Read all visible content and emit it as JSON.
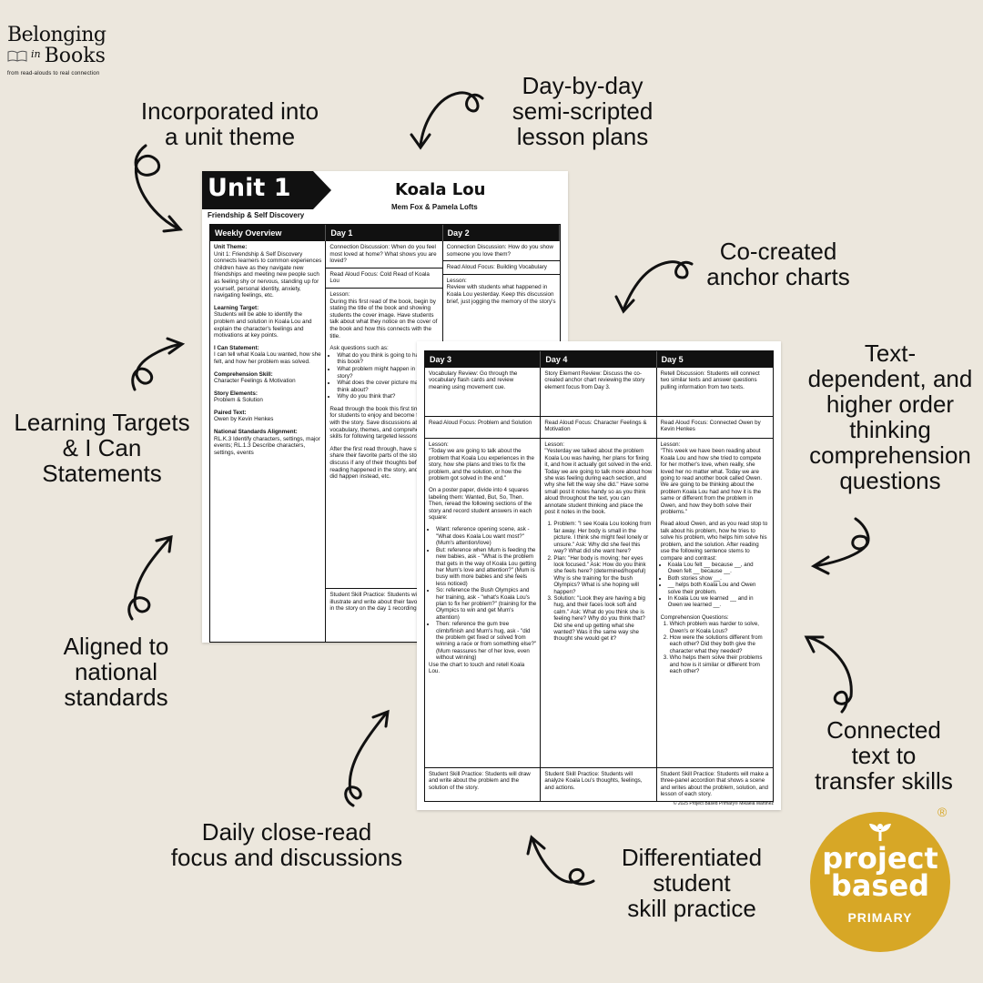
{
  "logo": {
    "line1": "Belonging",
    "in": "in",
    "line2": "Books",
    "tagline": "from read-alouds to real connection"
  },
  "callouts": {
    "unit_theme": "Incorporated into\na unit theme",
    "lesson_plans": "Day-by-day\nsemi-scripted\nlesson plans",
    "anchor_charts": "Co-created\nanchor charts",
    "text_dependent": "Text-\ndependent, and\nhigher order\nthinking\ncomprehension\nquestions",
    "learning_targets": "Learning Targets\n& I Can\nStatements",
    "national": "Aligned to\nnational\nstandards",
    "connected": "Connected\ntext to\ntransfer skills",
    "close_read": "Daily close-read\nfocus and discussions",
    "differentiated": "Differentiated\nstudent\nskill practice"
  },
  "sheet1": {
    "unit": "Unit 1",
    "unit_sub": "Friendship & Self Discovery",
    "title": "Koala Lou",
    "author": "Mem Fox & Pamela Lofts",
    "headers": [
      "Weekly Overview",
      "Day 1",
      "Day 2"
    ],
    "overview": {
      "theme_label": "Unit Theme:",
      "theme": "Unit 1: Friendship & Self Discovery connects learners to common experiences children have as they navigate new friendships and meeting new people such as feeling shy or nervous, standing up for yourself, personal identity, anxiety, navigating feelings, etc.",
      "target_label": "Learning Target:",
      "target": "Students will be able to identify the problem and solution in Koala Lou and explain the character's feelings and motivations at key points.",
      "ican_label": "I Can Statement:",
      "ican": "I can tell what Koala Lou wanted, how she felt, and how her problem was solved.",
      "skill_label": "Comprehension Skill:",
      "skill": "Character Feelings & Motivation",
      "elements_label": "Story Elements:",
      "elements": "Problem & Solution",
      "paired_label": "Paired Text:",
      "paired": "Owen by Kevin Henkes",
      "standards_label": "National Standards Alignment:",
      "standards": "RL.K.3 Identify characters, settings, major events; RL.1.3 Describe characters, settings, events"
    },
    "day1": {
      "discussion": "Connection Discussion: When do you feel most loved at home? What shows you are loved?",
      "focus": "Read Aloud Focus: Cold Read of Koala Lou",
      "lesson_label": "Lesson:",
      "lesson": "During this first read of the book, begin by stating the title of the book and showing students the cover image. Have students talk about what they notice on the cover of the book and how this connects with the title.",
      "ask": "Ask questions such as:",
      "bullets": [
        "What do you think is going to happen in this book?",
        "What problem might happen in the story?",
        "What does the cover picture make you think about?",
        "Why do you think that?"
      ],
      "para2": "Read through the book this first time just for students to enjoy and become familiar with the story. Save discussions about the vocabulary, themes, and comprehensions skills for following targeted lessons.",
      "para3": "After the first read through, have students share their favorite parts of the story, discuss if any of their thoughts before reading happened in the story, and what did happen instead, etc.",
      "practice": "Student Skill Practice: Students will illustrate and write about their favorite part in the story on the day 1 recording sheet."
    },
    "day2": {
      "discussion": "Connection Discussion: How do you show someone you love them?",
      "focus": "Read Aloud Focus: Building Vocabulary",
      "lesson_label": "Lesson:",
      "lesson": "Review with students what happened in Koala Lou yesterday. Keep this discussion brief, just jogging the memory of the story's"
    }
  },
  "sheet2": {
    "headers": [
      "Day 3",
      "Day 4",
      "Day 5"
    ],
    "day3": {
      "review": "Vocabulary Review: Go through the vocabulary flash cards and review meaning using movement cue.",
      "focus": "Read Aloud Focus: Problem and Solution",
      "lesson_label": "Lesson:",
      "lesson": "\"Today we are going to talk about the problem that Koala Lou experiences in the story, how she plans and tries to fix the problem, and the solution, or how the problem got solved in the end.\"",
      "para2": "On a poster paper, divide into 4 squares labeling them: Wanted, But, So, Then. Then, reread the following sections of the story and record student answers in each square:",
      "bullets": [
        "Want: reference opening scene, ask - \"What does Koala Lou want most?\" (Mum's attention/love)",
        "But: reference when Mum is feeding the new babies, ask - \"What is the problem that gets in the way of Koala Lou getting her Mum's love and attention?\" (Mum is busy with more babies and she feels less noticed)",
        "So: reference the Bush Olympics and her training, ask - \"what's Koala Lou's plan to fix her problem?\" (training for the Olympics to win and get Mum's attention)",
        "Then: reference the gum tree climb/finish and Mum's hug, ask - \"did the problem get fixed or solved from winning a race or from something else?\" (Mum reassures her of her love, even without winning)"
      ],
      "after": "Use the chart to touch and retell Koala Lou.",
      "practice": "Student Skill Practice: Students will draw and write about the problem and the solution of the story."
    },
    "day4": {
      "review": "Story Element Review: Discuss the co-created anchor chart reviewing the story element focus from Day 3.",
      "focus": "Read Aloud Focus: Character Feelings & Motivation",
      "lesson_label": "Lesson:",
      "lesson": "\"Yesterday we talked about the problem Koala Lou was having, her plans for fixing it, and how it actually got solved in the end. Today we are going to talk more about how she was feeling during each section, and why she felt the way she did.\" Have some small post it notes handy so as you think aloud throughout the text, you can annotate student thinking and place the post it notes in the book.",
      "items": [
        "Problem: \"I see Koala Lou looking from far away. Her body is small in the picture. I think she might feel lonely or unsure.\" Ask: Why did she feel this way? What did she want here?",
        "Plan: \"Her body is moving; her eyes look focused.\" Ask: How do you think she feels here? (determined/hopeful) Why is she training for the bush Olympics? What is she hoping will happen?",
        "Solution: \"Look they are having a big hug, and their faces look soft and calm.\" Ask: What do you think she is feeling here? Why do you think that? Did she end up getting what she wanted? Was it the same way she thought she would get it?"
      ],
      "practice": "Student Skill Practice: Students will analyze Koala Lou's thoughts, feelings, and actions."
    },
    "day5": {
      "review": "Retell Discussion: Students will connect two similar texts and answer questions pulling information from two texts.",
      "focus": "Read Aloud Focus: Connected Owen by Kevin Henkes",
      "lesson_label": "Lesson:",
      "lesson": "\"This week we have been reading about Koala Lou and how she tried to compete for her mother's love, when really, she loved her no matter what. Today we are going to read another book called Owen. We are going to be thinking about the problem Koala Lou had and how it is the same or different from the problem in Owen, and how they both solve their problems.\"",
      "para2": "Read aloud Owen, and as you read stop to talk about his problem, how he tries to solve his problem, who helps him solve his problem, and the solution. After reading use the following sentence stems to compare and contrast:",
      "stems": [
        "Koala Lou felt __ because __, and Owen felt __ because __.",
        "Both stories show __.",
        "__ helps both Koala Lou and Owen solve their problem.",
        "In Koala Lou we learned __ and in Owen we learned __."
      ],
      "cq_label": "Comprehension Questions:",
      "questions": [
        "Which problem was harder to solve, Owen's or Koala Lous?",
        "How were the solutions different from each other? Did they both give the character what they needed?",
        "Who helps them solve their problems and how is it similar or different from each other?"
      ],
      "practice": "Student Skill Practice: Students will make a three-panel accordion that shows a scene and writes about the problem, solution, and lesson of each story."
    },
    "copyright": "© 2025 Project Based Primary® Mikaela Martinez"
  },
  "pbp_logo": {
    "line1": "project",
    "line2": "based",
    "line3": "PRIMARY",
    "reg": "®"
  },
  "colors": {
    "background": "#ece7dd",
    "gold": "#d7a726",
    "ink": "#111111"
  }
}
